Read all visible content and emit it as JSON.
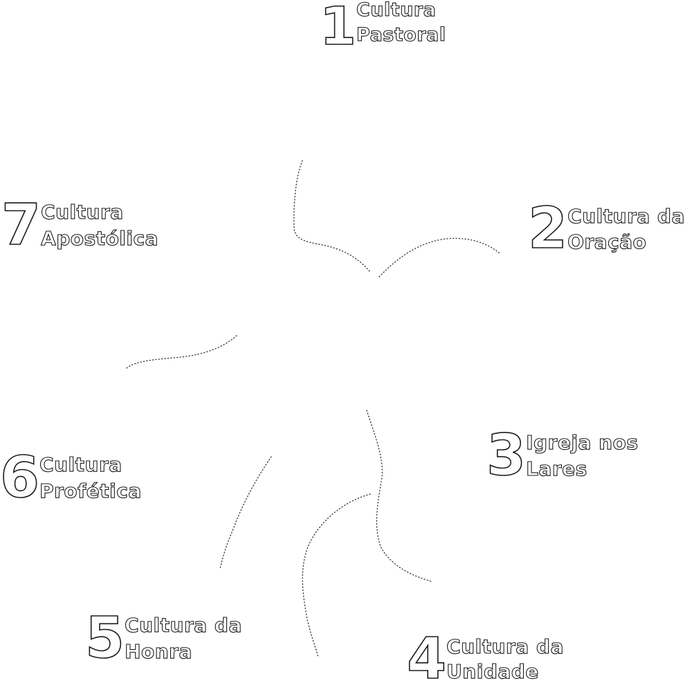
{
  "items": [
    {
      "number": "1",
      "line1": "Cultura",
      "line2": "Pastoral"
    },
    {
      "number": "2",
      "line1": "Cultura da",
      "line2": "Oração"
    },
    {
      "number": "3",
      "line1": "Igreja nos",
      "line2": "Lares"
    },
    {
      "number": "4",
      "line1": "Cultura da",
      "line2": "Unidade"
    },
    {
      "number": "5",
      "line1": "Cultura da",
      "line2": "Honra"
    },
    {
      "number": "6",
      "line1": "Cultura",
      "line2": "Profética"
    },
    {
      "number": "7",
      "line1": "Cultura",
      "line2": "Apostólica"
    }
  ],
  "colors": {
    "text_fill": "#ffffff",
    "outline": "#1a1a1a",
    "connector": "#333333"
  }
}
